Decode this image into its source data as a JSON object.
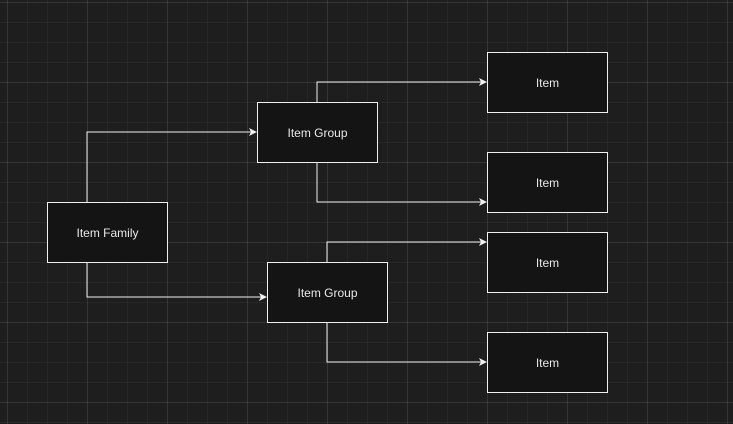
{
  "colors": {
    "background": "#1e1e1e",
    "node_fill": "#141414",
    "stroke": "#f0f0f0",
    "text": "#e8e8e8"
  },
  "nodes": {
    "family": {
      "label": "Item Family"
    },
    "group_1": {
      "label": "Item Group"
    },
    "group_2": {
      "label": "Item Group"
    },
    "item_1": {
      "label": "Item"
    },
    "item_2": {
      "label": "Item"
    },
    "item_3": {
      "label": "Item"
    },
    "item_4": {
      "label": "Item"
    }
  },
  "edges": [
    {
      "from": "family",
      "to": "group_1"
    },
    {
      "from": "family",
      "to": "group_2"
    },
    {
      "from": "group_1",
      "to": "item_1"
    },
    {
      "from": "group_1",
      "to": "item_2"
    },
    {
      "from": "group_2",
      "to": "item_3"
    },
    {
      "from": "group_2",
      "to": "item_4"
    }
  ]
}
